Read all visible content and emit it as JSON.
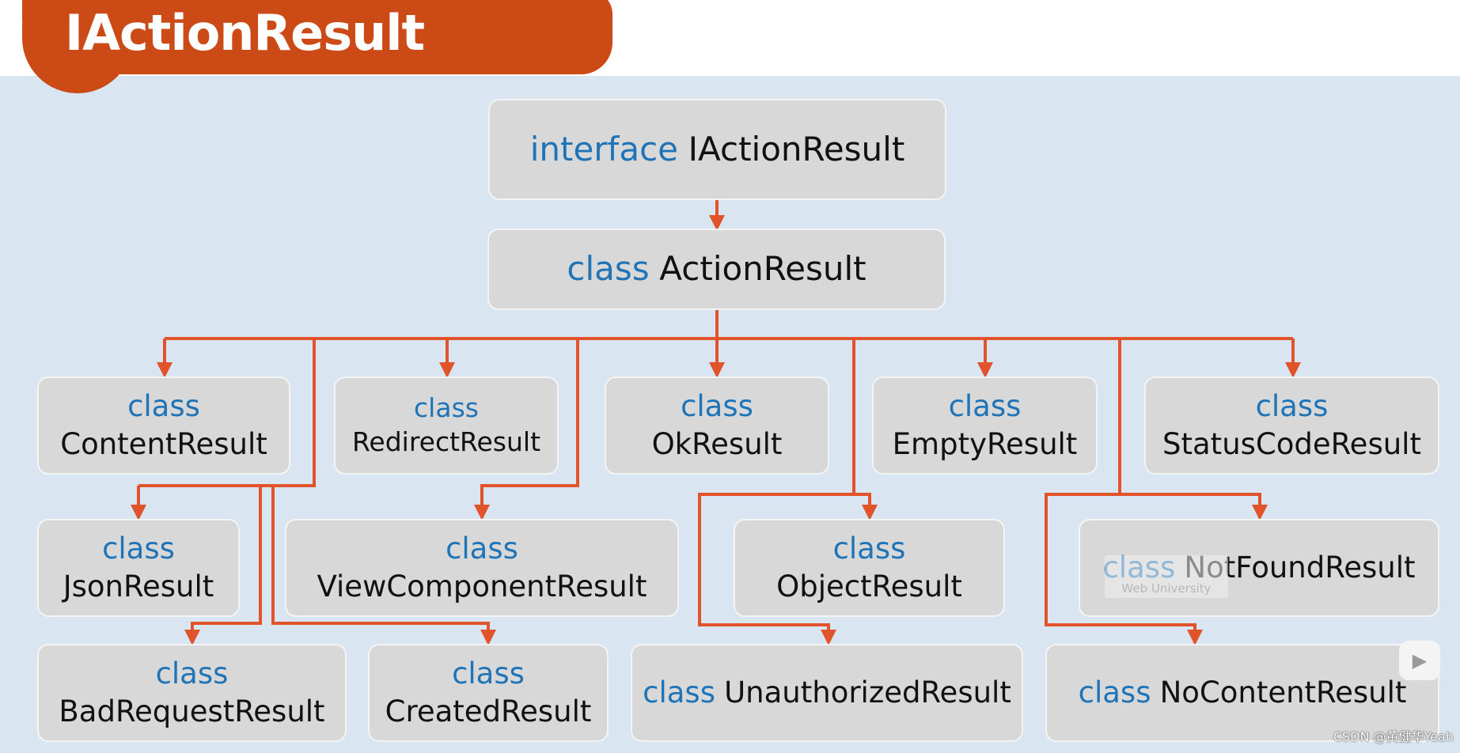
{
  "title": "IActionResult",
  "keyword_class": "class",
  "keyword_interface": "interface",
  "nodes": {
    "iactionresult": "IActionResult",
    "actionresult": "ActionResult",
    "contentresult": "ContentResult",
    "redirectresult": "RedirectResult",
    "okresult": "OkResult",
    "emptyresult": "EmptyResult",
    "statuscoderesult": "StatusCodeResult",
    "jsonresult": "JsonResult",
    "viewcomponentresult": "ViewComponentResult",
    "objectresult": "ObjectResult",
    "notfoundresult": "NotFoundResult",
    "badrequestresult": "BadRequestResult",
    "createdresult": "CreatedResult",
    "unauthorizedresult": "UnauthorizedResult",
    "nocontentresult": "NoContentResult"
  },
  "overlay_logo_text": "Web University",
  "watermark": "CSDN @黄健华Yeah",
  "colors": {
    "accent": "#cc4a16",
    "connector": "#e0532b",
    "keyword": "#1f74b8",
    "panel": "#d9e6f2",
    "box": "#d8d8d8"
  },
  "icons": {
    "video_overlay": "play-icon"
  }
}
